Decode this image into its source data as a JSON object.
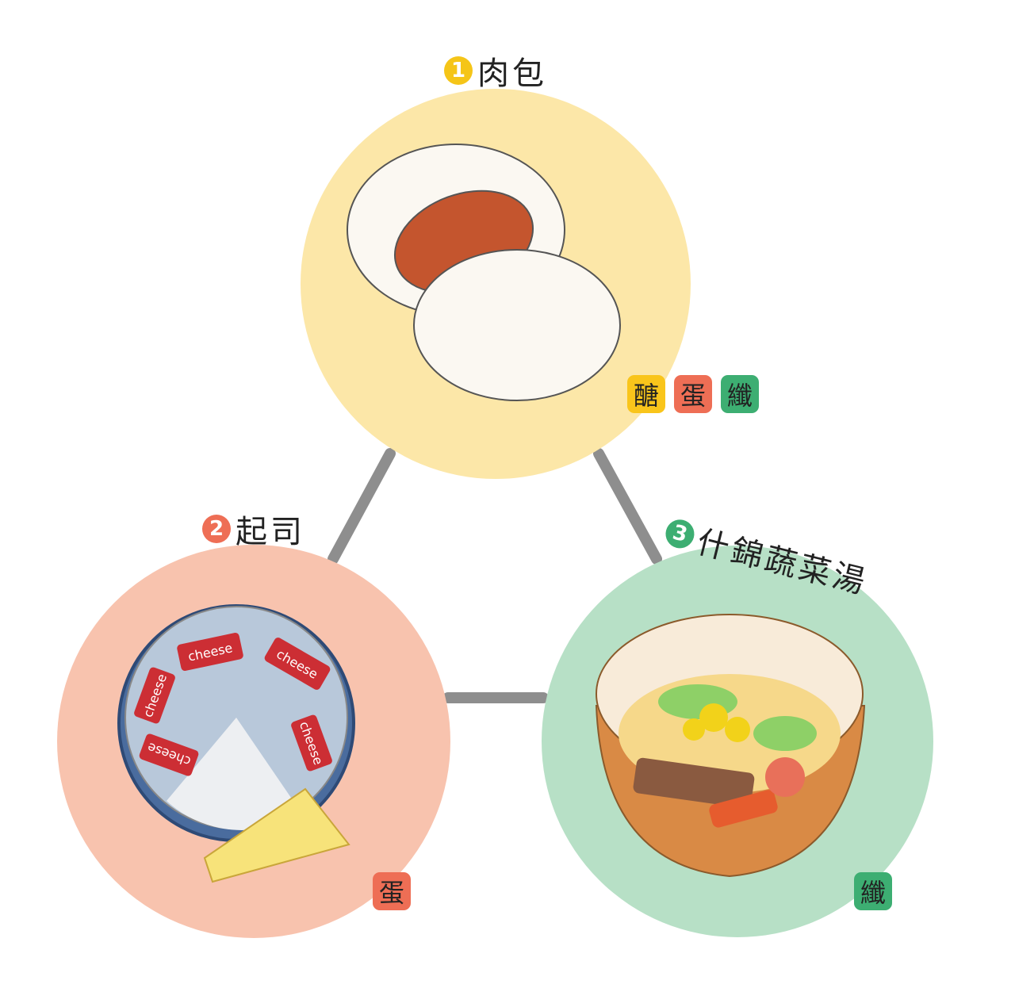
{
  "items": [
    {
      "number": "1",
      "name": "肉包",
      "circle_color": "#FCE7A8",
      "number_color": "#F5C518",
      "badges": [
        {
          "label": "醣",
          "color": "#F9C51B"
        },
        {
          "label": "蛋",
          "color": "#EE6E55"
        },
        {
          "label": "纖",
          "color": "#3DAE72"
        }
      ]
    },
    {
      "number": "2",
      "name": "起司",
      "circle_color": "#F8C3AE",
      "number_color": "#EE6E55",
      "badges": [
        {
          "label": "蛋",
          "color": "#EE6E55"
        }
      ],
      "cheese_labels": [
        "cheese",
        "cheese",
        "cheese",
        "cheese",
        "cheese"
      ]
    },
    {
      "number": "3",
      "name": "什錦蔬菜湯",
      "circle_color": "#B7E0C6",
      "number_color": "#3DAE72",
      "badges": [
        {
          "label": "纖",
          "color": "#3DAE72"
        }
      ]
    }
  ],
  "connector_color": "#8E8E8E"
}
